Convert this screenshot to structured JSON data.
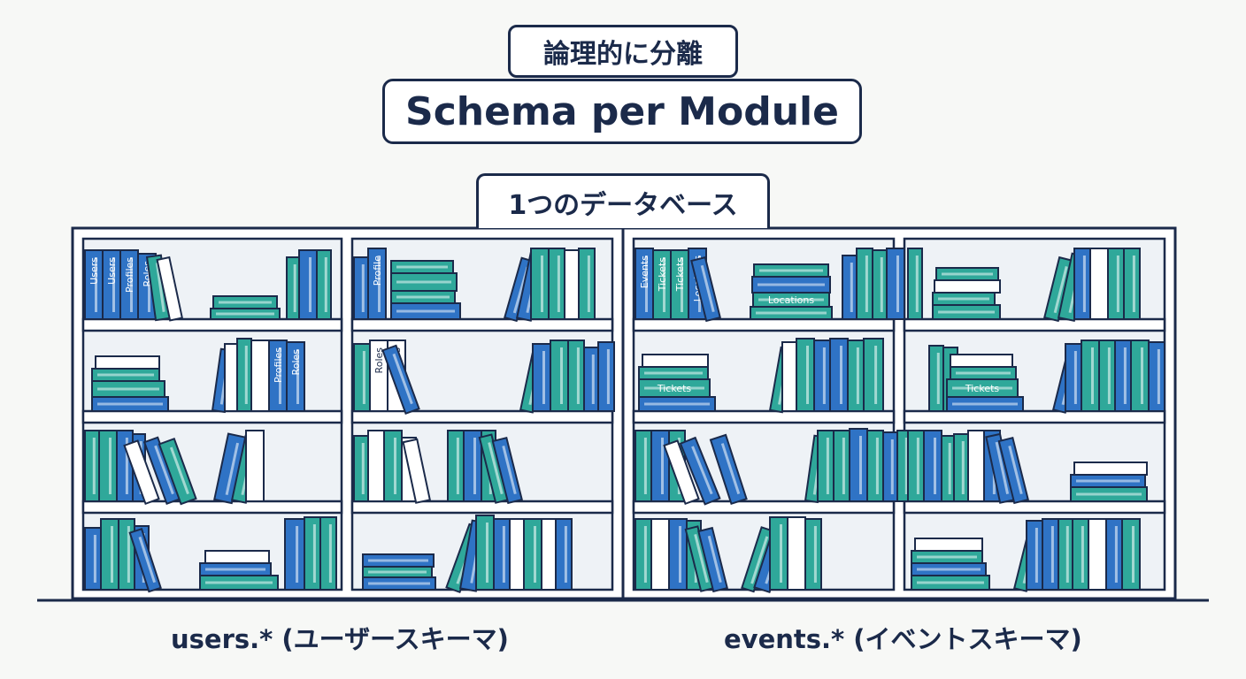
{
  "header": {
    "subtitle": "論理的に分離",
    "title": "Schema per Module",
    "database_label": "1つのデータベース"
  },
  "modules": [
    {
      "schema_label": "users.* (ユーザースキーマ)"
    },
    {
      "schema_label": "events.* (イベントスキーマ)"
    }
  ],
  "book_labels": {
    "users": [
      "Users",
      "Users",
      "Profiles",
      "Roles",
      "Profile",
      "Profiles",
      "Roles",
      "Roles",
      "Roles"
    ],
    "events": [
      "Events",
      "Tickets",
      "Tickets",
      "Locations",
      "Locations",
      "Tickets",
      "Tickets"
    ]
  },
  "colors": {
    "ink": "#1b2a4a",
    "blue": "#2f73c5",
    "teal": "#2fa89a",
    "shelf_bg": "#eef2f6",
    "white_book": "#ffffff"
  }
}
